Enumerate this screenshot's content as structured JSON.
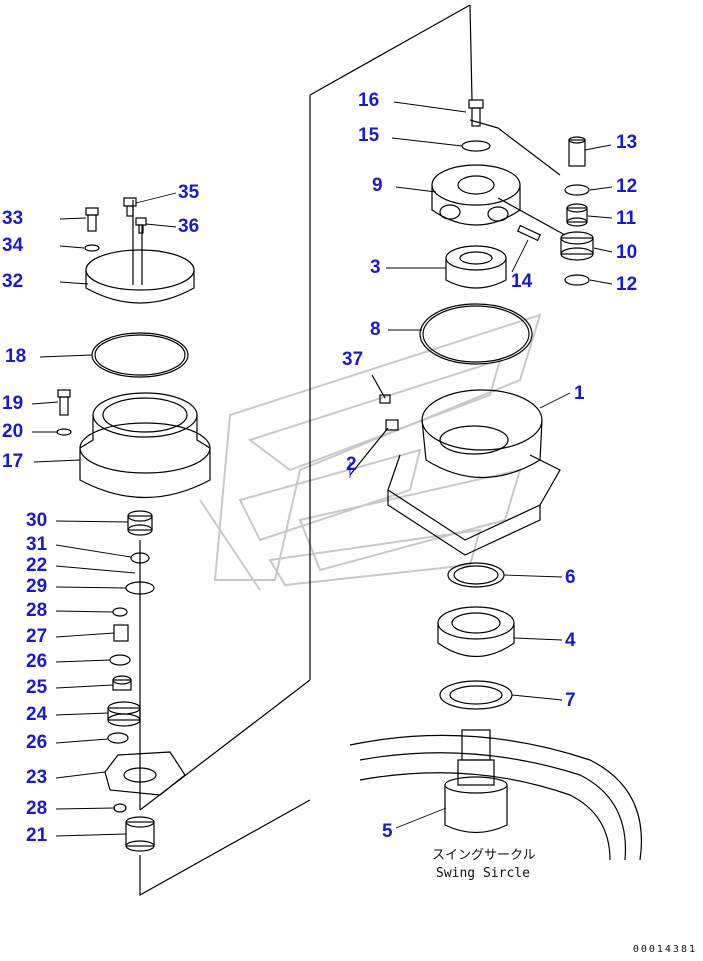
{
  "colors": {
    "callout": "#1a1acc",
    "line": "#000000",
    "watermark": "#c8c8c8"
  },
  "callouts": {
    "c1": "1",
    "c2": "2",
    "c3": "3",
    "c4": "4",
    "c5": "5",
    "c6": "6",
    "c7": "7",
    "c8": "8",
    "c9": "9",
    "c10": "10",
    "c11": "11",
    "c12a": "12",
    "c12b": "12",
    "c13": "13",
    "c14": "14",
    "c15": "15",
    "c16": "16",
    "c17": "17",
    "c18": "18",
    "c19": "19",
    "c20": "20",
    "c21": "21",
    "c22": "22",
    "c23": "23",
    "c24": "24",
    "c25": "25",
    "c26a": "26",
    "c26b": "26",
    "c27": "27",
    "c28a": "28",
    "c28b": "28",
    "c29": "29",
    "c30": "30",
    "c31": "31",
    "c32": "32",
    "c33": "33",
    "c34": "34",
    "c35": "35",
    "c36": "36",
    "c37": "37"
  },
  "caption": {
    "jp": "スイングサークル",
    "en": "Swing Sircle"
  },
  "document_number": "00014381"
}
